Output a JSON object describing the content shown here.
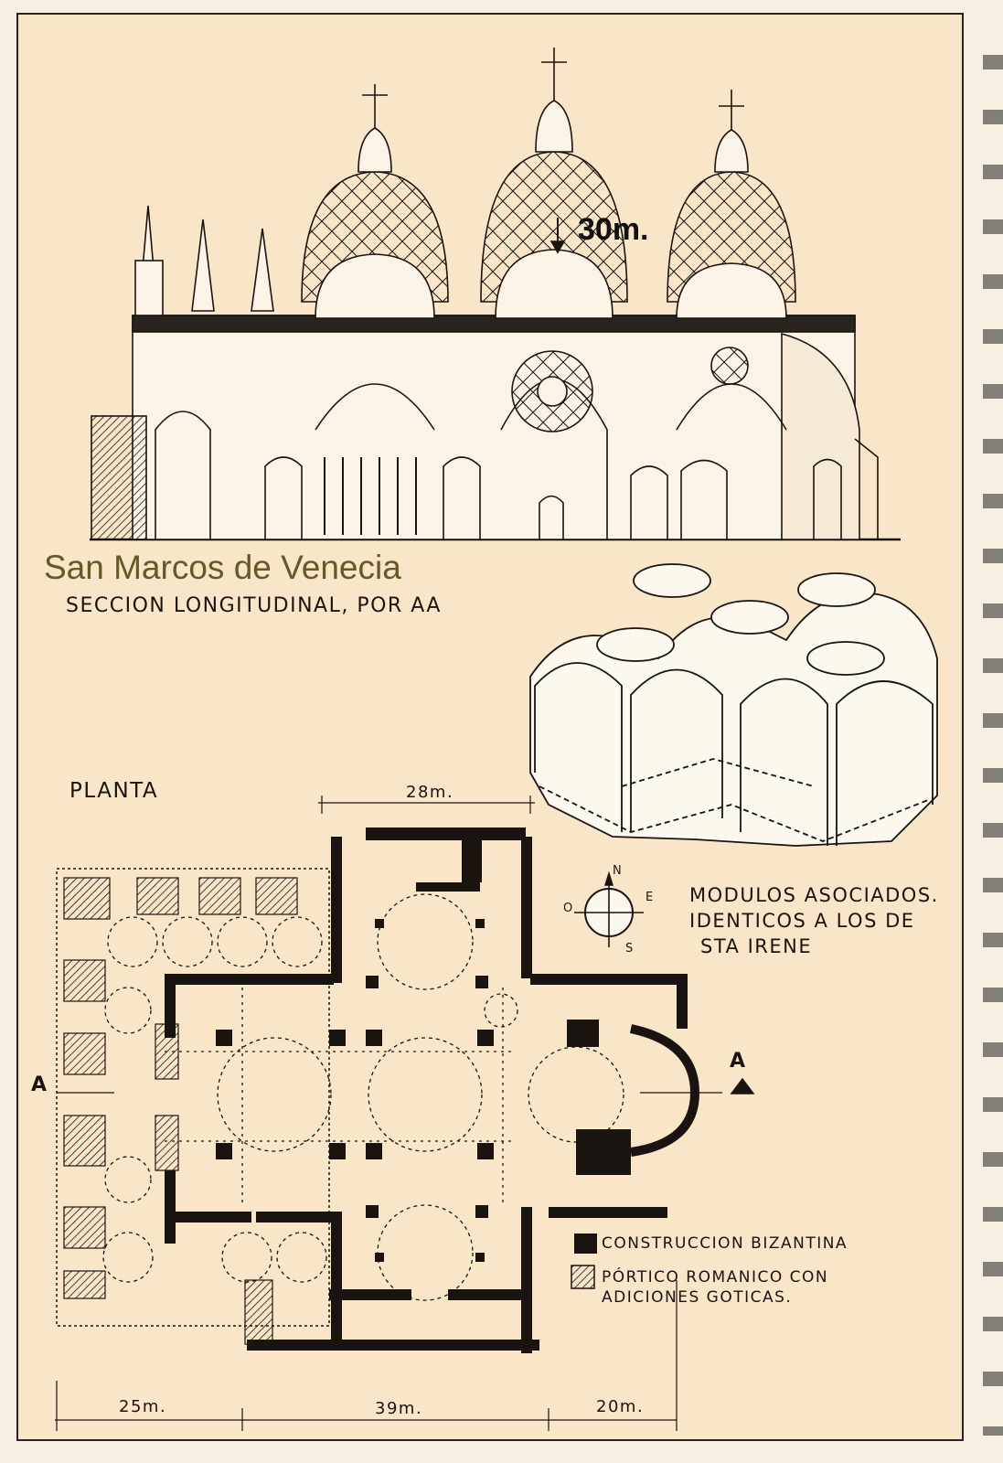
{
  "title": "San Marcos de Venecia",
  "section_caption": "SECCION LONGITUDINAL, POR AA",
  "dome_height": "30m.",
  "plan_caption": "PLANTA",
  "modules_caption": [
    "MODULOS ASOCIADOS.",
    "IDENTICOS A LOS DE",
    "STA IRENE"
  ],
  "compass": {
    "n": "N",
    "s": "S",
    "e": "E",
    "w": "O"
  },
  "section_markers": {
    "left": "A",
    "right": "A"
  },
  "dimensions": {
    "top": "28m.",
    "bottom_left": "25m.",
    "bottom_mid": "39m.",
    "bottom_right": "20m."
  },
  "legend": [
    {
      "swatch": "solid",
      "label": "CONSTRUCCION BIZANTINA"
    },
    {
      "swatch": "hatched",
      "label": "PÓRTICO ROMANICO CON ADICIONES GOTICAS."
    }
  ],
  "colors": {
    "paper": "#f9e6c8",
    "ink": "#1a1410",
    "title": "#6b5628"
  }
}
